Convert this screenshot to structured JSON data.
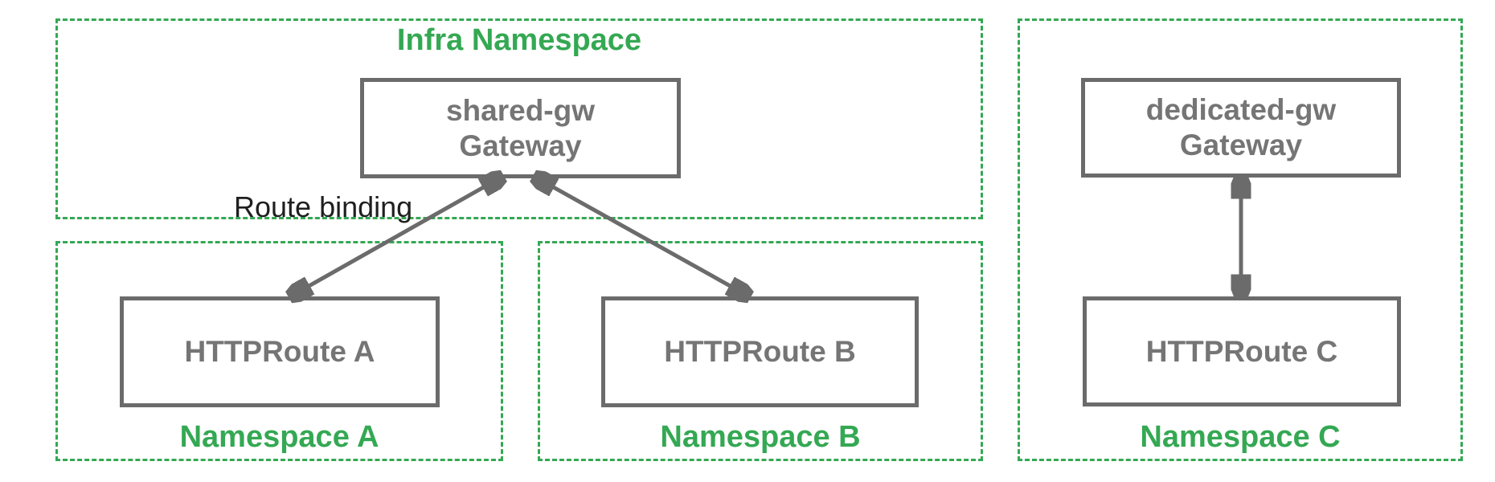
{
  "colors": {
    "namespace_green": "#34a853",
    "node_border_gray": "#6b6b6b",
    "node_text_gray": "#757575",
    "annotation_black": "#1f1f1f",
    "background": "#ffffff"
  },
  "namespaces": {
    "infra": {
      "label": "Infra Namespace"
    },
    "a": {
      "label": "Namespace A"
    },
    "b": {
      "label": "Namespace B"
    },
    "c": {
      "label": "Namespace C"
    }
  },
  "nodes": {
    "shared_gw": {
      "line1": "shared-gw",
      "line2": "Gateway"
    },
    "dedicated_gw": {
      "line1": "dedicated-gw",
      "line2": "Gateway"
    },
    "httproute_a": {
      "label": "HTTPRoute A"
    },
    "httproute_b": {
      "label": "HTTPRoute B"
    },
    "httproute_c": {
      "label": "HTTPRoute C"
    }
  },
  "annotations": {
    "route_binding": "Route binding"
  }
}
